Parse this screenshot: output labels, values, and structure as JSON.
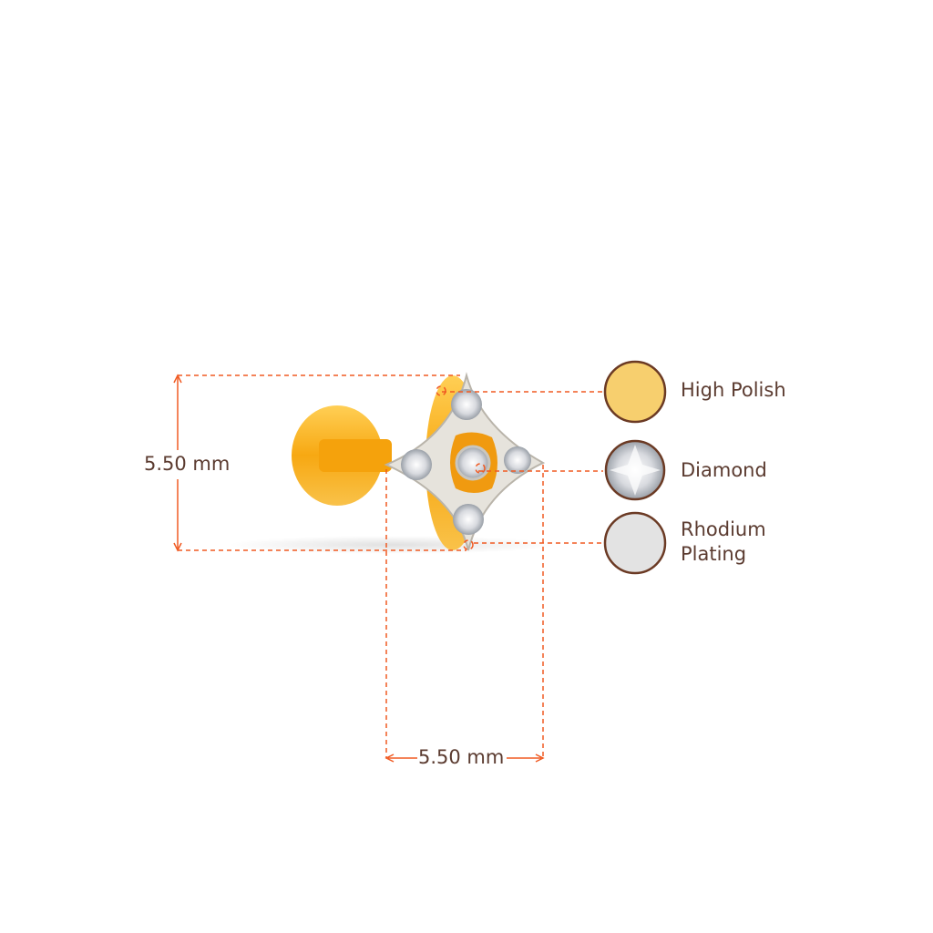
{
  "dimensions": {
    "height_label": "5.50 mm",
    "width_label": "5.50 mm"
  },
  "legend": [
    {
      "name": "High Polish",
      "swatch": "#f7cf6e",
      "icon": "gold-swatch-icon"
    },
    {
      "name": "Diamond",
      "swatch": "#e8e8e8",
      "icon": "diamond-swatch-icon"
    },
    {
      "name": "Rhodium Plating",
      "swatch": "#e3e3e3",
      "icon": "rhodium-swatch-icon"
    }
  ],
  "colors": {
    "dimension_line": "#f05a22",
    "text": "#5b3b30",
    "outline": "#6b3a24"
  }
}
